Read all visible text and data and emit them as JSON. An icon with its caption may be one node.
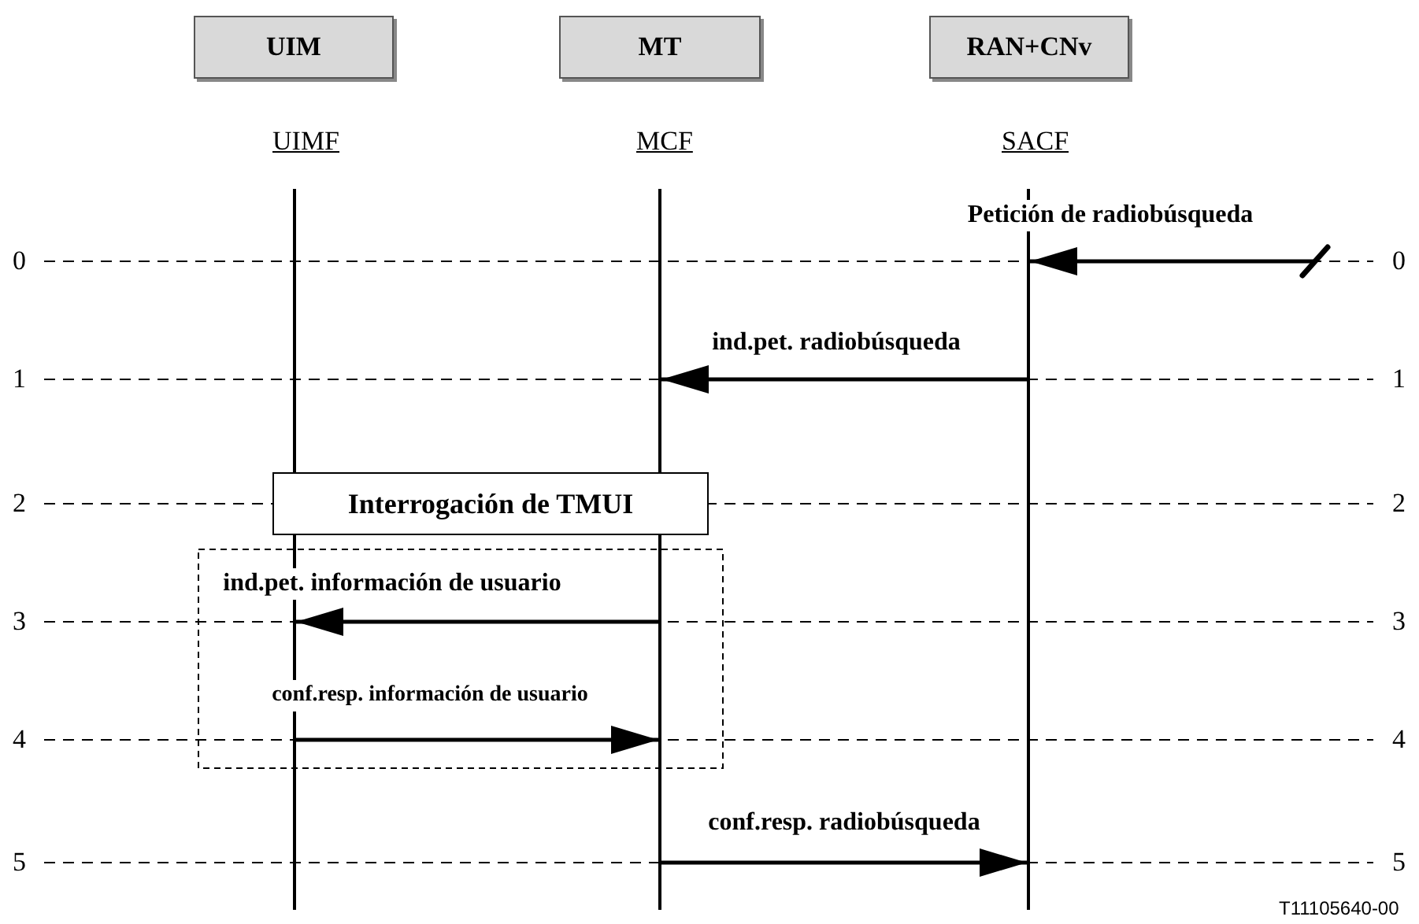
{
  "diagram": {
    "nodes": [
      {
        "text": [
          "UIM"
        ]
      },
      {
        "text": [
          "MT"
        ]
      },
      {
        "text": [
          "RAN+CNv"
        ]
      },
      {
        "text": [],
        "shape": "bar"
      },
      {
        "text": [],
        "shape": "bar"
      },
      {
        "text": [],
        "shape": "bar"
      },
      {
        "text": [
          "Interrogación de TMUI"
        ]
      }
    ],
    "edges": [
      {
        "from": null,
        "to": 5,
        "arrow": "to",
        "label": "Petición de radiobúsqueda"
      },
      {
        "from": 5,
        "to": 4,
        "arrow": "to",
        "label": "ind.pet. radiobúsqueda"
      },
      {
        "from": 4,
        "to": 3,
        "arrow": "to",
        "label": "ind.pet. información de usuario"
      },
      {
        "from": 3,
        "to": 4,
        "arrow": "to",
        "label": "conf.resp. información de usuario"
      },
      {
        "from": 4,
        "to": 5,
        "arrow": "to",
        "label": "conf.resp. radiobúsqueda"
      }
    ],
    "labels": [
      "UIMF",
      "MCF",
      "SACF",
      "0",
      "0",
      "1",
      "1",
      "2",
      "2",
      "3",
      "3",
      "4",
      "4",
      "5",
      "5",
      "T11105640-00"
    ]
  }
}
